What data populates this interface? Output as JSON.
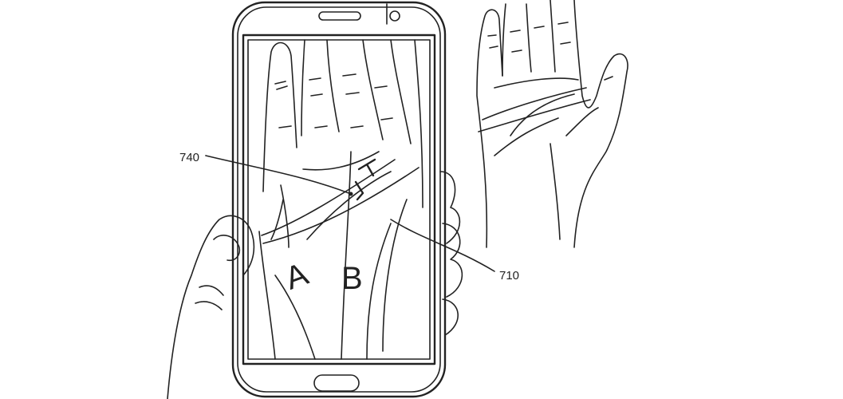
{
  "figure": {
    "labels": {
      "ref_740": "740",
      "ref_710": "710",
      "region_a": "A",
      "region_b": "B"
    }
  }
}
